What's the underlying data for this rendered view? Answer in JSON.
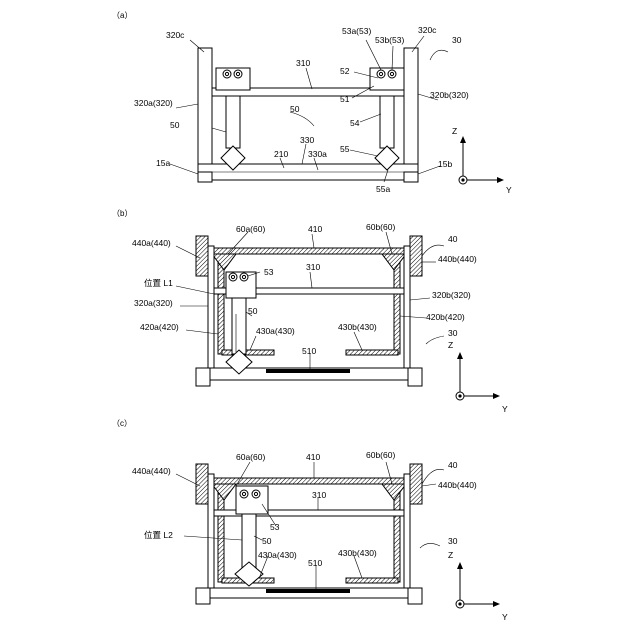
{
  "panels": [
    {
      "caption": "（a）"
    },
    {
      "caption": "（b）"
    },
    {
      "caption": "（c）"
    }
  ],
  "labels_a": {
    "l320c_left": "320c",
    "l53a": "53a(53)",
    "l53b": "53b(53)",
    "l320c_right": "320c",
    "l30": "30",
    "l310": "310",
    "l52": "52",
    "l320a": "320a(320)",
    "l51": "51",
    "l320b": "320b(320)",
    "l50a": "50",
    "l50b": "50",
    "l54": "54",
    "l330": "330",
    "l55": "55",
    "l15a": "15a",
    "l210": "210",
    "l330a": "330a",
    "l15b": "15b",
    "l55a": "55a",
    "axis_z": "Z",
    "axis_y": "Y"
  },
  "labels_b": {
    "l60a": "60a(60)",
    "l410": "410",
    "l60b": "60b(60)",
    "l440a": "440a(440)",
    "l40": "40",
    "l440b": "440b(440)",
    "l53": "53",
    "l310": "310",
    "lpos": "位置 L1",
    "l320b": "320b(320)",
    "l320a": "320a(320)",
    "l50": "50",
    "l420b": "420b(420)",
    "l420a": "420a(420)",
    "l430a": "430a(430)",
    "l430b": "430b(430)",
    "l30": "30",
    "l510": "510",
    "axis_z": "Z",
    "axis_y": "Y"
  },
  "labels_c": {
    "l60a": "60a(60)",
    "l410": "410",
    "l60b": "60b(60)",
    "l440a": "440a(440)",
    "l40": "40",
    "l440b": "440b(440)",
    "l310": "310",
    "l53": "53",
    "lpos": "位置 L2",
    "l50": "50",
    "l30": "30",
    "l430a": "430a(430)",
    "l430b": "430b(430)",
    "l510": "510",
    "axis_z": "Z",
    "axis_y": "Y"
  }
}
